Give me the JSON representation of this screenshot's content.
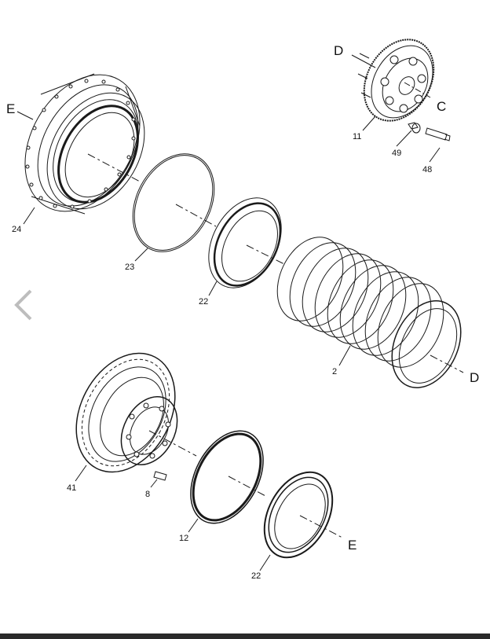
{
  "labels": {
    "l24": "24",
    "l23": "23",
    "l22a": "22",
    "l2": "2",
    "l11": "11",
    "l49": "49",
    "l48": "48",
    "l41": "41",
    "l8": "8",
    "l12": "12",
    "l22b": "22",
    "letE1": "E",
    "letD1": "D",
    "letC": "C",
    "letD2": "D",
    "letE2": "E"
  },
  "icons": {
    "prev": "chevron-left-icon"
  },
  "colors": {
    "line": "#1a1a1a",
    "chevron": "#bdbdbd",
    "bar": "#2a2a2a"
  }
}
